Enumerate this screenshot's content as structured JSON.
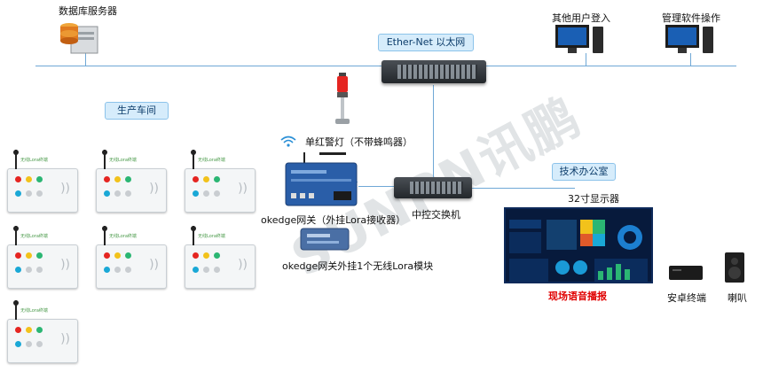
{
  "labels": {
    "db_server": "数据库服务器",
    "ethernet": "Ether-Net 以太网",
    "other_users": "其他用户登入",
    "admin_software": "管理软件操作",
    "workshop": "生产车间",
    "warning_light": "单红警灯（不带蜂鸣器）",
    "gateway": "okedge网关（外挂Lora接收器）",
    "gateway_lora": "okedge网关外挂1个无线Lora模块",
    "core_switch": "中控交换机",
    "tech_office": "技术办公室",
    "display": "32寸显示器",
    "voice_broadcast": "现场语音播报",
    "android_terminal": "安卓终端",
    "speaker": "喇叭",
    "device_tag": "无线Lora终端",
    "watermark": "SUNPN讯鹏"
  },
  "icons": {
    "db_server": "database-server-icon",
    "pc": "desktop-computer-icon",
    "switch": "network-switch-icon",
    "warning_light": "warning-light-icon",
    "wifi": "wifi-icon",
    "gateway": "gateway-device-icon",
    "lora_module": "lora-module-icon",
    "sensor": "lora-sensor-device-icon",
    "android_box": "android-box-icon",
    "speaker": "speaker-icon"
  },
  "colors": {
    "network_line": "#6fa8d6",
    "pill_fill": "#d6ecfb",
    "voice_text": "#e00000",
    "screen_bg": "#071a3c"
  }
}
